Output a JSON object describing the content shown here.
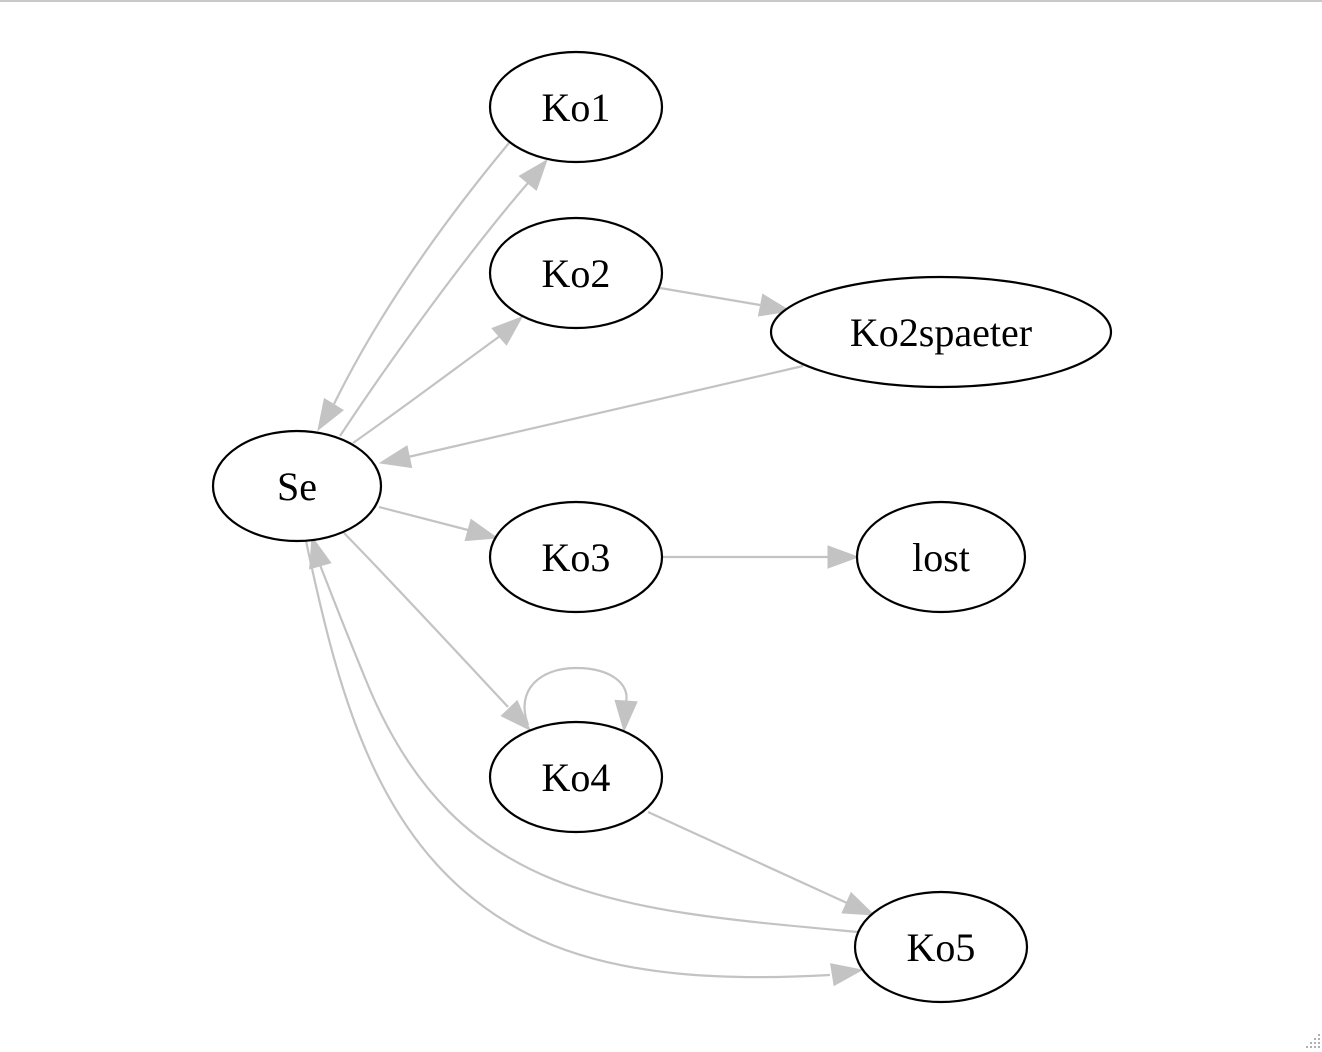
{
  "graph": {
    "nodes": [
      {
        "id": "Ko1",
        "label": "Ko1"
      },
      {
        "id": "Ko2",
        "label": "Ko2"
      },
      {
        "id": "Ko2spaeter",
        "label": "Ko2spaeter"
      },
      {
        "id": "Se",
        "label": "Se"
      },
      {
        "id": "Ko3",
        "label": "Ko3"
      },
      {
        "id": "lost",
        "label": "lost"
      },
      {
        "id": "Ko4",
        "label": "Ko4"
      },
      {
        "id": "Ko5",
        "label": "Ko5"
      }
    ],
    "edges": [
      {
        "from": "Ko1",
        "to": "Se"
      },
      {
        "from": "Se",
        "to": "Ko1"
      },
      {
        "from": "Se",
        "to": "Ko2"
      },
      {
        "from": "Ko2",
        "to": "Ko2spaeter"
      },
      {
        "from": "Ko2spaeter",
        "to": "Se"
      },
      {
        "from": "Se",
        "to": "Ko3"
      },
      {
        "from": "Ko3",
        "to": "lost"
      },
      {
        "from": "Se",
        "to": "Ko4"
      },
      {
        "from": "Ko4",
        "to": "Ko4"
      },
      {
        "from": "Ko4",
        "to": "Ko5"
      },
      {
        "from": "Ko5",
        "to": "Se"
      },
      {
        "from": "Se",
        "to": "Ko5"
      }
    ],
    "colors": {
      "edge": "#c3c3c3",
      "node_stroke": "#000000",
      "node_fill": "#ffffff"
    }
  }
}
